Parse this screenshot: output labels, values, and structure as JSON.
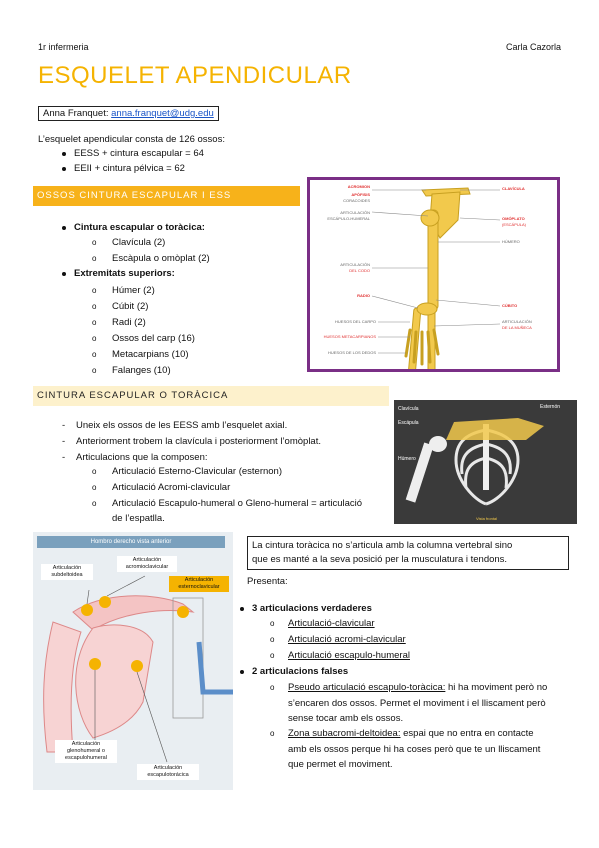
{
  "header": {
    "left": "1r infermeria",
    "right": "Carla Cazorla"
  },
  "title": "ESQUELET APENDICULAR",
  "author": {
    "name": "Anna Franquet: ",
    "email": "anna.franquet@udg.edu"
  },
  "intro": {
    "text": "L’esquelet apendicular consta de 126 ossos:",
    "items": [
      "EESS + cintura escapular = 64",
      "EEII + cintura pélvica = 62"
    ]
  },
  "section1": {
    "heading": "OSSOS CINTURA ESCAPULAR I ESS",
    "groups": [
      {
        "label": "Cintura escapular o toràcica:",
        "items": [
          "Clavícula (2)",
          "Escàpula o omòplat (2)"
        ]
      },
      {
        "label": "Extremitats superiors:",
        "items": [
          "Húmer (2)",
          "Cúbit (2)",
          "Radi (2)",
          "Ossos del carp (16)",
          "Metacarpians (10)",
          "Falanges (10)"
        ]
      }
    ]
  },
  "arm_figure": {
    "labels_left": [
      "ACROMION",
      "APÓFISIS",
      "CORACOIDES",
      "ARTICULACIÓN",
      "ESCÁPULO-HUMERAL",
      "ARTICULACIÓN",
      "DEL CODO",
      "RADIO",
      "HUESOS DEL CARPO",
      "HUESOS METACARPIANOS",
      "HUESOS DE LOS DEDOS"
    ],
    "labels_right": [
      "CLAVÍCULA",
      "OMÓPLATO",
      "(ESCÁPULA)",
      "HÚMERO",
      "CÚBITO",
      "ARTICULACIÓN",
      "DE LA MUÑECA"
    ]
  },
  "section2": {
    "heading": "CINTURA ESCAPULAR O TORÀCICA",
    "dashes": [
      "Uneix els ossos de les EESS amb l’esquelet axial.",
      "Anteriorment trobem la clavícula i posteriorment l’omòplat.",
      "Articulacions que la composen:"
    ],
    "articulations": [
      "Articulació Esterno-Clavicular (esternon)",
      "Articulació Acromi-clavicular",
      "Articulació Escapulo-humeral o Gleno-humeral = articulació",
      "de l’espatlla."
    ]
  },
  "thorax_figure": {
    "labels": [
      "Clavícula",
      "Escápula",
      "Esternón",
      "Húmero",
      "Vista frontal"
    ]
  },
  "shoulder_figure": {
    "title": "Hombro derecho  vista anterior",
    "labels": [
      "Articulación",
      "subdeltoidea",
      "Articulación",
      "acromioclavicular",
      "Articulación",
      "esternoclavicular",
      "Articulación",
      "glenohumeral o",
      "escapulohumeral",
      "Articulación",
      "escapulotorácica"
    ]
  },
  "note": {
    "line1": "La cintura toràcica no s’articula amb la columna vertebral sino",
    "line2": "que es manté a la seva posició per la musculatura i tendons."
  },
  "presenta": {
    "label": "Presenta:",
    "true_heading": "3 articulacions verdaderes",
    "true_items": [
      "Articulació-clavicular",
      "Articulació acromi-clavicular",
      "Articulació escapulo-humeral"
    ],
    "false_heading": "2 articulacions falses",
    "false_items": [
      {
        "title": "Pseudo articulació escapulo-toràcica:",
        "text1": " hi ha moviment però no",
        "text2": "s’encaren dos ossos. Permet el moviment i el lliscament però",
        "text3": "sense tocar amb els ossos."
      },
      {
        "title": "Zona subacromi-deltoidea:",
        "text1": " espai que no entra en contacte",
        "text2": "amb els ossos perque hi ha coses però que te un lliscament",
        "text3": "que permet el moviment."
      }
    ]
  }
}
